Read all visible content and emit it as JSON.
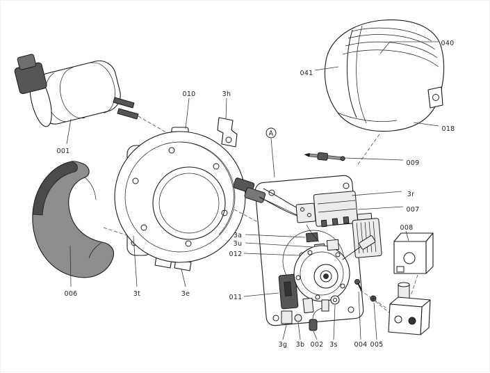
{
  "figure": {
    "type": "exploded-parts-diagram",
    "description": "Black-and-white exploded view line drawing of a burner assembly with numbered part callouts"
  },
  "callouts": {
    "p001": "001",
    "p002": "002",
    "p004": "004",
    "p005": "005",
    "p006": "006",
    "p007": "007",
    "p008": "008",
    "p009": "009",
    "p010": "010",
    "p011": "011",
    "p012": "012",
    "p018": "018",
    "p040": "040",
    "p041": "041",
    "p3a": "3a",
    "p3b": "3b",
    "p3e": "3e",
    "p3g": "3g",
    "p3h": "3h",
    "p3r": "3r",
    "p3s": "3s",
    "p3t": "3t",
    "p3u": "3u"
  },
  "marker": {
    "text": "A"
  }
}
